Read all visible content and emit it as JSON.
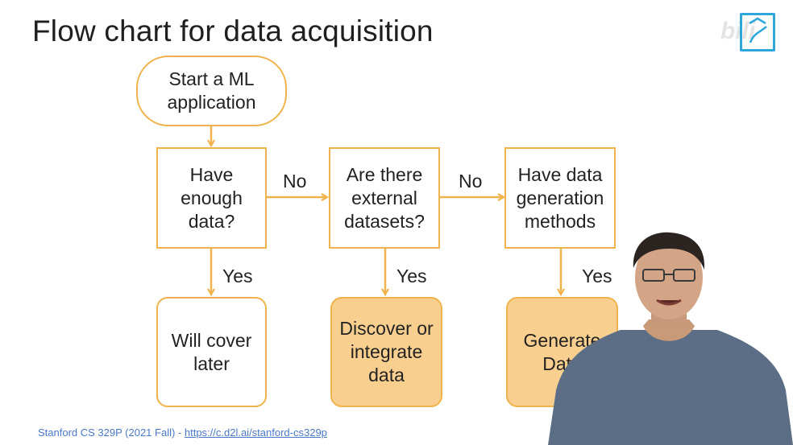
{
  "title": "Flow chart for data acquisition",
  "nodes": {
    "start": "Start a ML\napplication",
    "enough_data": "Have\nenough\ndata?",
    "external": "Are there\nexternal\ndatasets?",
    "generation": "Have data\ngeneration\nmethods",
    "cover_later": "Will cover\nlater",
    "discover": "Discover or\nintegrate\ndata",
    "generate": "Generate\nData"
  },
  "edge_labels": {
    "no1": "No",
    "no2": "No",
    "yes1": "Yes",
    "yes2": "Yes",
    "yes3": "Yes"
  },
  "footer": {
    "prefix": "Stanford CS 329P (2021 Fall) - ",
    "link": "https://c.d2l.ai/stanford-cs329p"
  },
  "colors": {
    "border": "#f0b34b",
    "fill": "#f8cf8e",
    "link": "#4a79c8",
    "logo": "#2fa7dd"
  },
  "logo_text": "bili"
}
